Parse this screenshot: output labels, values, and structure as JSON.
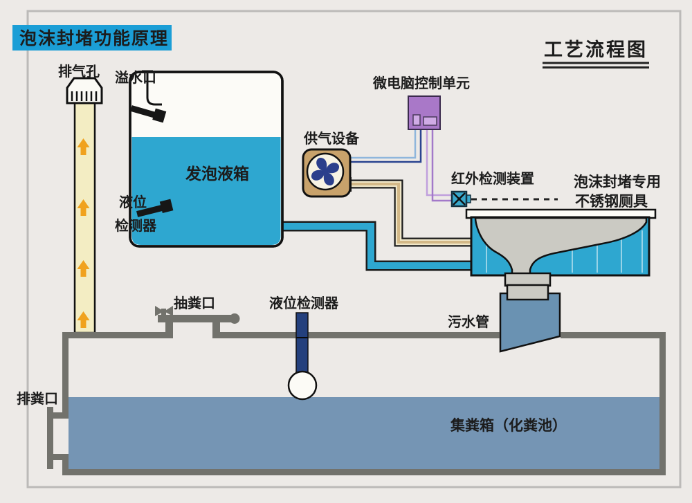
{
  "banner": {
    "title": "泡沫封堵功能原理"
  },
  "diagram_title": "工艺流程图",
  "labels": {
    "exhaust_vent": "排气孔",
    "overflow_port": "溢水口",
    "foam_tank": "发泡液箱",
    "tank_level_detector_line1": "液位",
    "tank_level_detector_line2": "检测器",
    "air_supply": "供气设备",
    "mcu": "微电脑控制单元",
    "ir_detector": "红外检测装置",
    "toilet_line1": "泡沫封堵专用",
    "toilet_line2": "不锈钢厕具",
    "suction_port": "抽粪口",
    "septic_level_detector": "液位检测器",
    "sewage_pipe": "污水管",
    "discharge_port": "排粪口",
    "septic_tank": "集粪箱（化粪池）"
  },
  "colors": {
    "background": "#edeae7",
    "frame_gray": "#bcbab8",
    "banner_blue": "#1b9ed6",
    "water_cyan": "#2ea7d0",
    "bowl_gray": "#cbcac3",
    "septic_liquid": "#7595b4",
    "sewage_blue": "#6a92b2",
    "chimney_cream": "#f3edc3",
    "arrow_orange": "#f0a21e",
    "fan_tan": "#c8a26b",
    "fan_navy": "#2b3f8c",
    "mcu_purple": "#a978c8",
    "mcu_port": "#d0abe6",
    "wire_blue_light": "#8fb6dc",
    "wire_blue_dark": "#2a4490",
    "wire_purple_light": "#c09fdd",
    "wire_purple_dark": "#a379c9",
    "pipe_tan": "#d3b887",
    "pipe_cream": "#f0e7c9",
    "wall_gray": "#72726c",
    "rod_navy": "#24407d",
    "ir_cyan": "#3aa8cc",
    "text_dark": "#1c1c1c"
  }
}
